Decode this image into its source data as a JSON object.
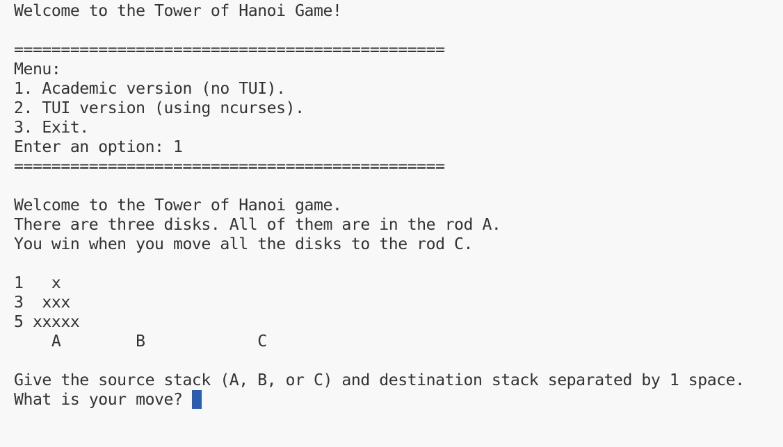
{
  "terminal": {
    "lines": [
      "Welcome to the Tower of Hanoi Game!",
      "",
      "==============================================",
      "Menu:",
      "1. Academic version (no TUI).",
      "2. TUI version (using ncurses).",
      "3. Exit.",
      "Enter an option: 1",
      "==============================================",
      "",
      "Welcome to the Tower of Hanoi game.",
      "There are three disks. All of them are in the rod A.",
      "You win when you move all the disks to the rod C.",
      "",
      "1   x",
      "3  xxx",
      "5 xxxxx",
      "    A        B            C",
      "",
      "Give the source stack (A, B, or C) and destination stack separated by 1 space."
    ],
    "prompt": "What is your move? ",
    "cursor_color": "#2a5db0",
    "text_color": "#333333",
    "background_color": "#f8f8f8"
  }
}
